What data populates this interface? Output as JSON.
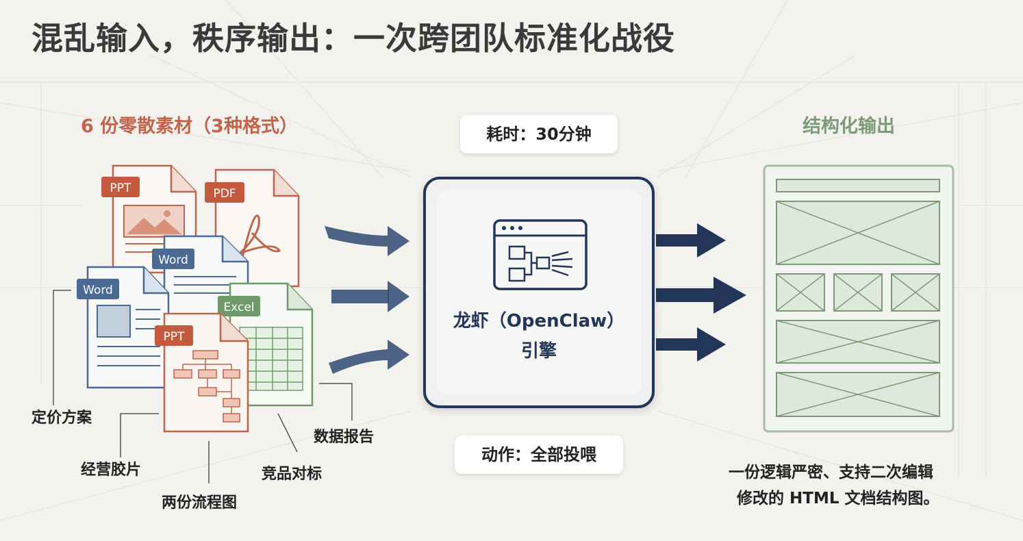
{
  "title": "混乱输入，秩序输出：一次跨团队标准化战役",
  "input_section": {
    "heading": "6 份零散素材（3种格式）",
    "files": [
      {
        "badge": "PPT",
        "kind": "ppt-image"
      },
      {
        "badge": "PDF",
        "kind": "pdf"
      },
      {
        "badge": "Word",
        "kind": "word"
      },
      {
        "badge": "Word",
        "kind": "word"
      },
      {
        "badge": "Excel",
        "kind": "excel"
      },
      {
        "badge": "PPT",
        "kind": "ppt-flow"
      }
    ],
    "labels": {
      "pricing": "定价方案",
      "business": "经营胶片",
      "flowcharts": "两份流程图",
      "competitor": "竞品对标",
      "data_report": "数据报告"
    }
  },
  "engine": {
    "time_label": "耗时：30分钟",
    "name": "龙虾（OpenClaw）",
    "name_line2": "引擎",
    "action_label": "动作：全部投喂",
    "icon": "workflow-window-icon"
  },
  "output_section": {
    "heading": "结构化输出",
    "description_line1": "一份逻辑严密、支持二次编辑",
    "description_line2": "修改的 HTML 文档结构图。"
  },
  "colors": {
    "accent_red": "#c0654b",
    "accent_green": "#7d9a78",
    "navy": "#23365a",
    "word_blue": "#4a6a94",
    "excel_green": "#6e9a6a"
  }
}
